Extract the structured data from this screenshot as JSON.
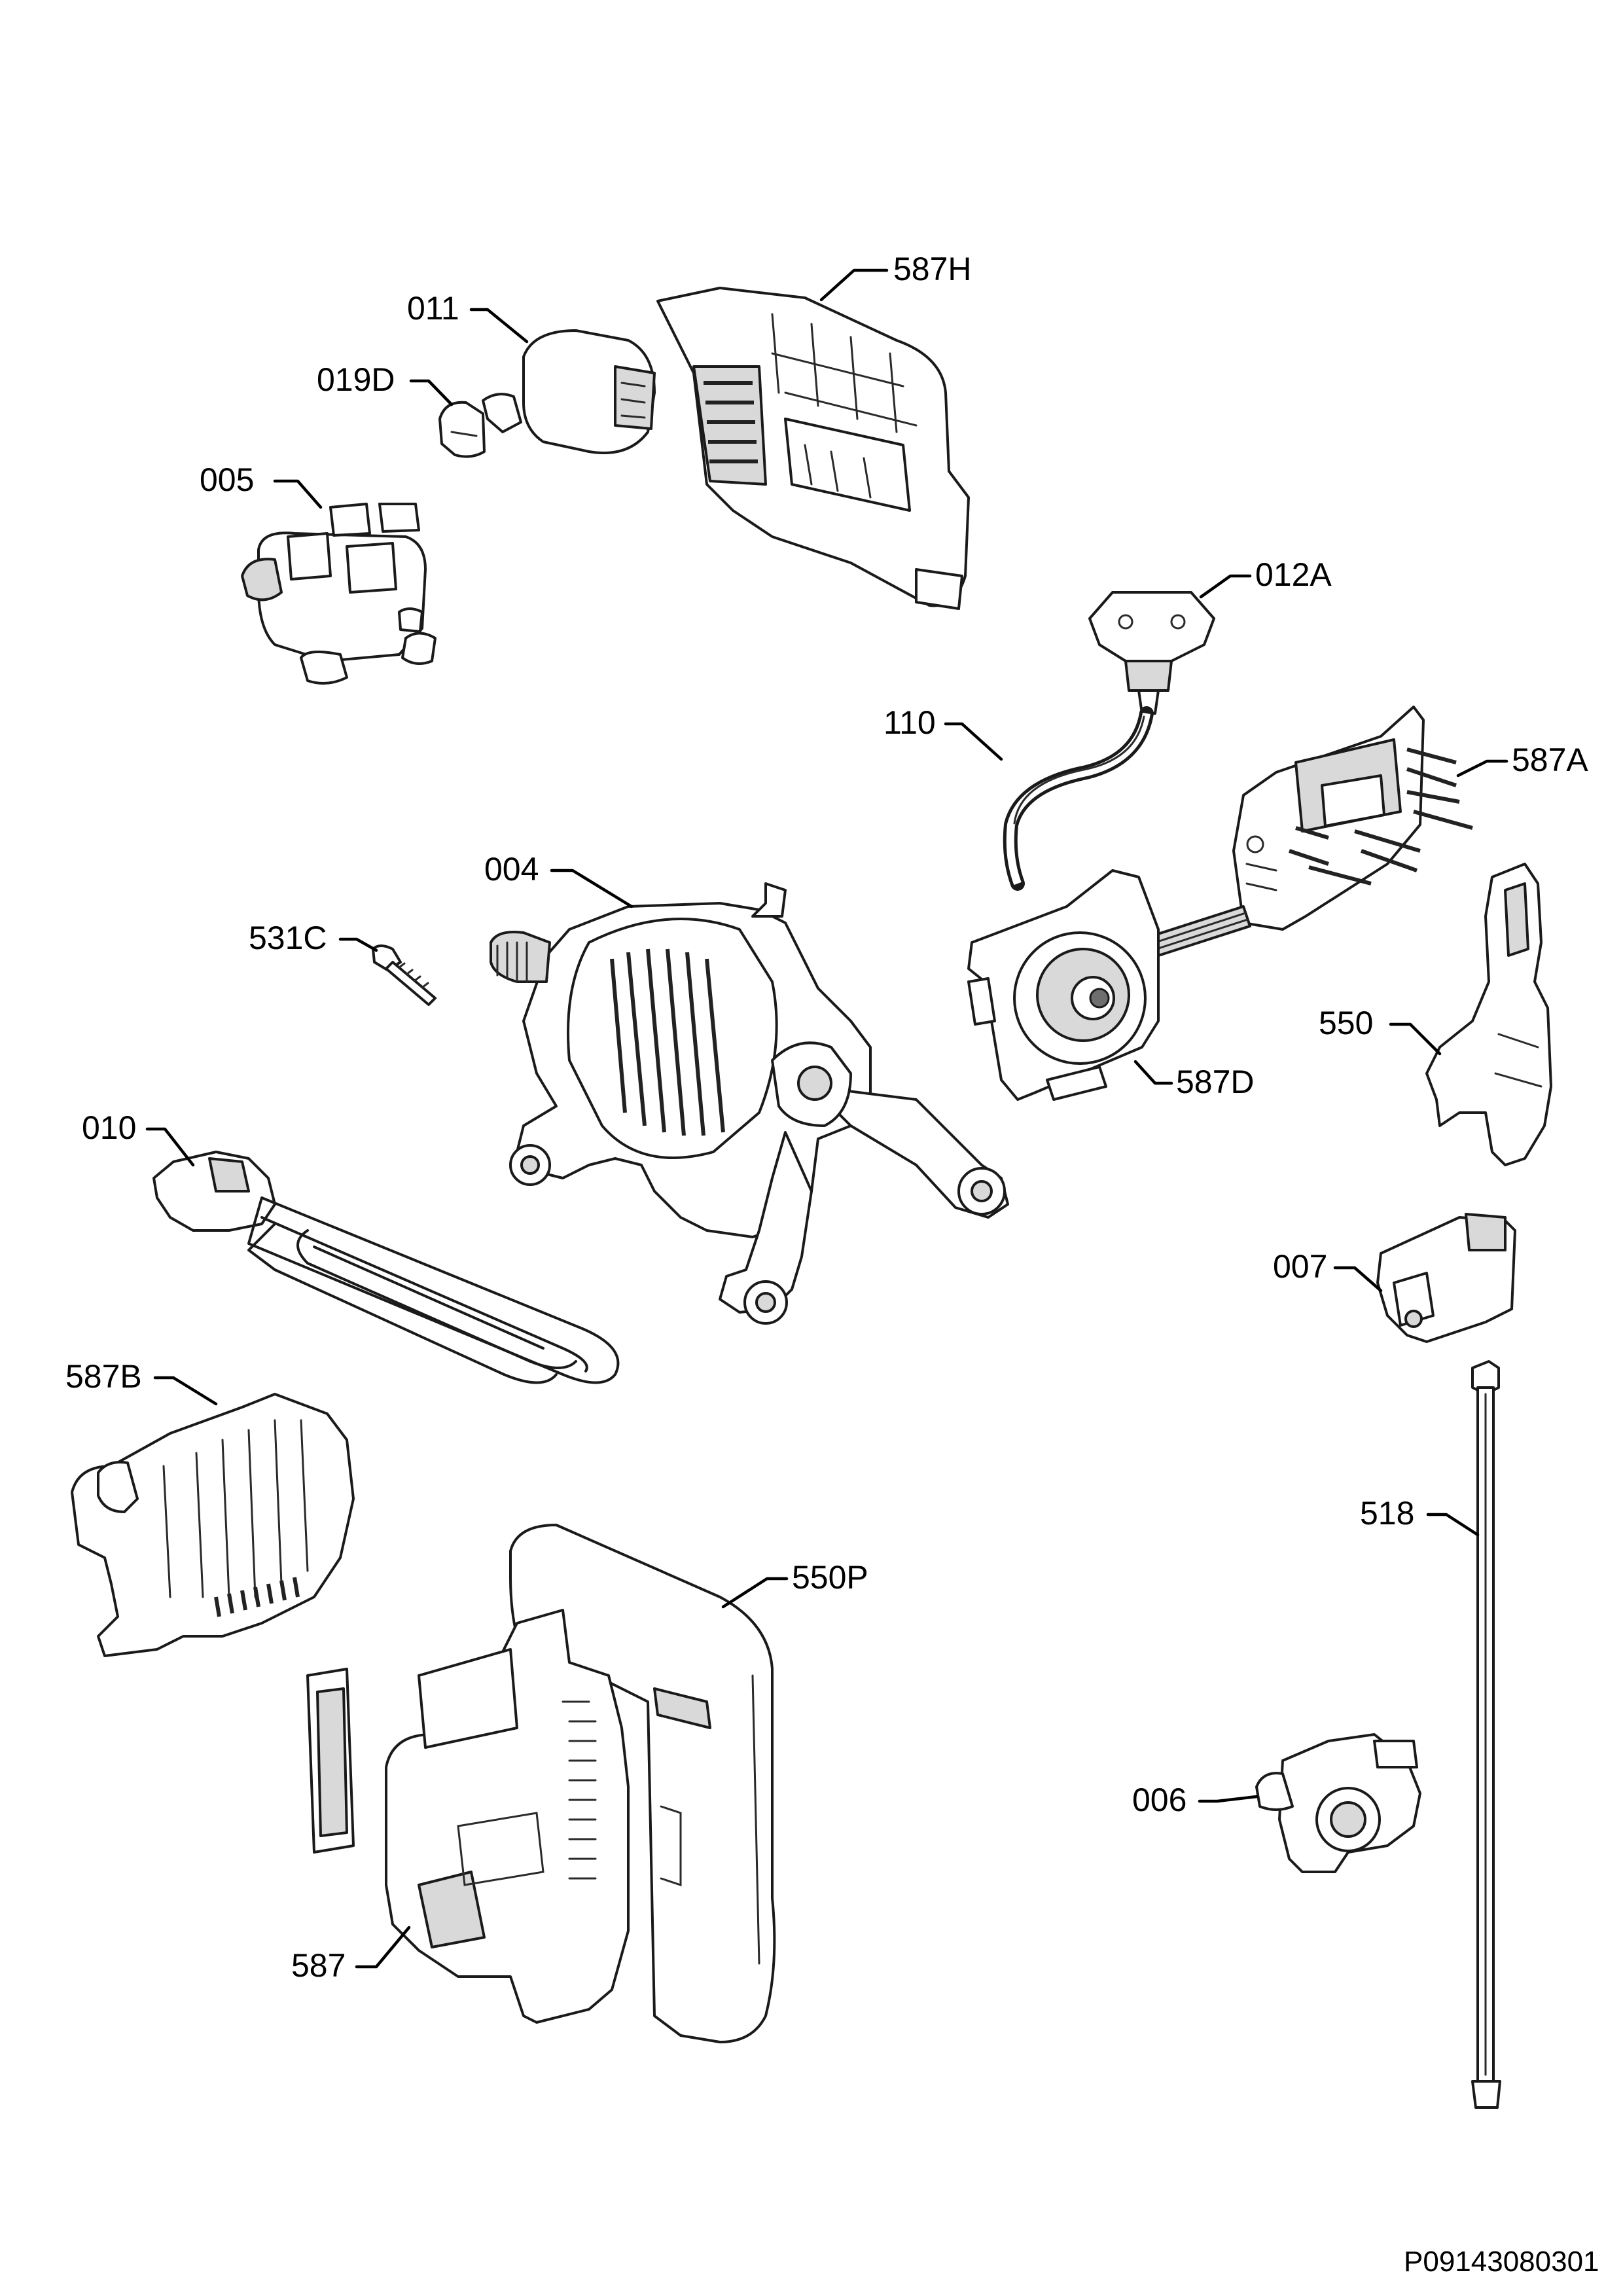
{
  "diagram": {
    "callouts": [
      {
        "id": "c-011",
        "label": "011"
      },
      {
        "id": "c-019d",
        "label": "019D"
      },
      {
        "id": "c-005",
        "label": "005"
      },
      {
        "id": "c-587h",
        "label": "587H"
      },
      {
        "id": "c-012a",
        "label": "012A"
      },
      {
        "id": "c-110",
        "label": "110"
      },
      {
        "id": "c-587a",
        "label": "587A"
      },
      {
        "id": "c-004",
        "label": "004"
      },
      {
        "id": "c-531c",
        "label": "531C"
      },
      {
        "id": "c-587d",
        "label": "587D"
      },
      {
        "id": "c-550",
        "label": "550"
      },
      {
        "id": "c-010",
        "label": "010"
      },
      {
        "id": "c-007",
        "label": "007"
      },
      {
        "id": "c-587b",
        "label": "587B"
      },
      {
        "id": "c-518",
        "label": "518"
      },
      {
        "id": "c-550p",
        "label": "550P"
      },
      {
        "id": "c-006",
        "label": "006"
      },
      {
        "id": "c-587",
        "label": "587"
      }
    ],
    "drawing_number": "P09143080301"
  },
  "colors": {
    "ink": "#000000",
    "part_outline": "#1a1a1a",
    "shade": "#d9d9d9",
    "background": "#ffffff"
  }
}
